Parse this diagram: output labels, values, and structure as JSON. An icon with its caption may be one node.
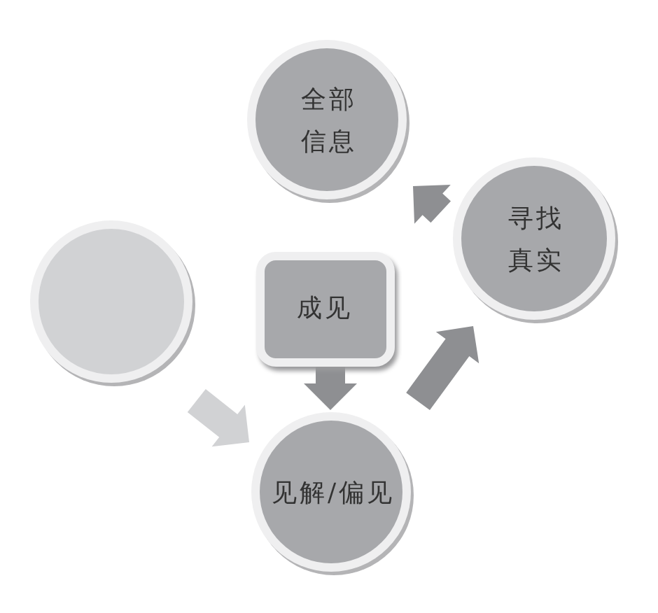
{
  "diagram": {
    "nodes": [
      {
        "text": [
          "全部信息"
        ]
      },
      {
        "text": [
          "寻找真实"
        ]
      },
      {
        "text": [],
        "shape": "circle"
      },
      {
        "text": [
          "成见"
        ]
      },
      {
        "text": [
          "见解/偏见"
        ]
      }
    ],
    "edges": [
      {
        "from": 3,
        "to": 4,
        "arrow": "to"
      },
      {
        "from": 2,
        "to": 4,
        "arrow": "to",
        "color": "#d1d2d4"
      },
      {
        "from": 4,
        "to": 1,
        "arrow": "to"
      },
      {
        "from": 1,
        "to": 0,
        "arrow": "to"
      }
    ]
  }
}
